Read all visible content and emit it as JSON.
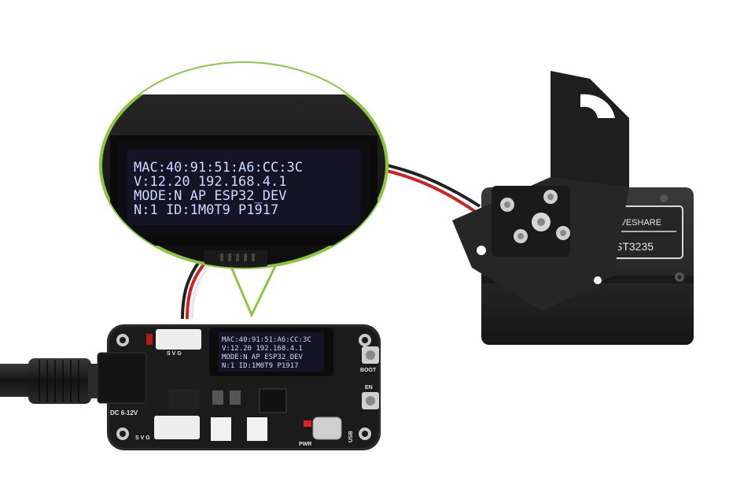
{
  "oled": {
    "lines": [
      "MAC:40:91:51:A6:CC:3C",
      "V:12.20 192.168.4.1",
      "MODE:N AP ESP32_DEV",
      "N:1 ID:1M0T9 P1917"
    ]
  },
  "board": {
    "header_top_pins": "S V G",
    "header_bottom_pins": "S V G",
    "power_label": "DC 6-12V",
    "boot_label": "BOOT",
    "en_label": "EN",
    "pwr_label": "PWR",
    "usb_label": "USB"
  },
  "servo": {
    "brand": "WAVESHARE",
    "model": "ST3235"
  },
  "colors": {
    "oled_text": "#cfd8ff",
    "oled_bg": "#141426",
    "pcb": "#1b1b1b",
    "callout_border": "#8cc63f",
    "servo_body": "#2a2a2a",
    "wire_red": "#d21f1f"
  }
}
